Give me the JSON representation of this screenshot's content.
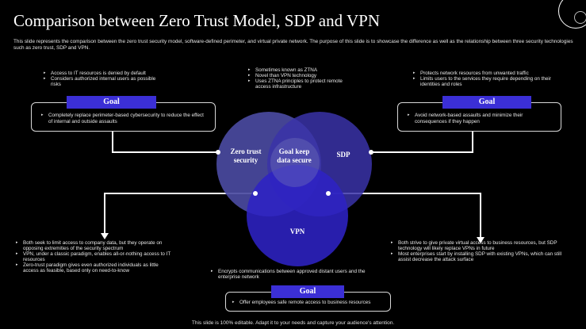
{
  "title": "Comparison between Zero Trust Model, SDP and VPN",
  "subtitle": "This slide represents the comparison between the zero trust security model, software-defined perimeter, and virtual private network. The purpose of this slide is to showcase the difference as well as the relationship between three security technologies such as zero trust, SDP and VPN.",
  "top_left_bullets": [
    "Access to IT resources is denied by default",
    "Considers authorized internal users as possible risks"
  ],
  "top_center_bullets": [
    "Sometimes known as ZTNA",
    "Novel than VPN technology",
    "Uses ZTNA principles to protect remote access infrastructure"
  ],
  "top_right_bullets": [
    "Protects network resources from unwanted traffic",
    "Limits users to the services they require depending on their identities and roles"
  ],
  "goal_left": {
    "label": "Goal",
    "text": "Completely replace perimeter-based cybersecurity to reduce the effect of internal and outside assaults"
  },
  "goal_right": {
    "label": "Goal",
    "text": "Avoid network-based assaults and minimize their consequences if they happen"
  },
  "goal_bottom": {
    "label": "Goal",
    "text": "Offer employees safe remote access to business resources"
  },
  "venn": {
    "zero_trust": "Zero trust security",
    "sdp": "SDP",
    "vpn": "VPN",
    "center": "Goal keep data secure"
  },
  "bottom_left_bullets": [
    "Both seek to limit access to company data, but they operate on opposing extremities of the security spectrum",
    "VPN, under a classic paradigm, enables all-or-nothing access to IT resources",
    "Zero-trust paradigm gives even authorized individuals as little access as feasible, based only on need-to-know"
  ],
  "bottom_center_bullets": [
    "Encrypts communications between approved distant users and the enterprise network"
  ],
  "bottom_right_bullets": [
    "Both strive to give private virtual access to business resources, but SDP technology will likely replace VPNs in future",
    "Most enterprises start by installing SDP with existing VPNs, which can still assist decrease the attack surface"
  ],
  "footer": "This slide is 100% editable. Adapt it to your needs and capture your audience's attention.",
  "colors": {
    "accent": "#3b2fd6",
    "circle_zero": "#4a4aa0",
    "circle_sdp": "#3a32a8",
    "circle_vpn": "#2d22c4"
  }
}
